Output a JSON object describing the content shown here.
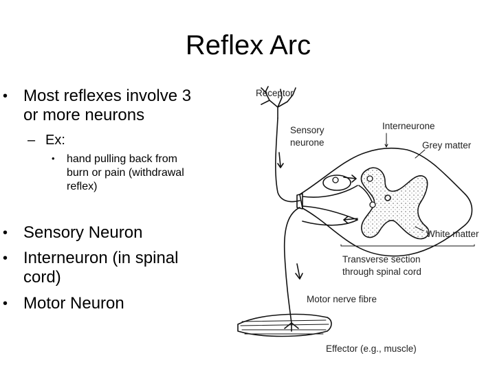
{
  "title": "Reflex Arc",
  "bullets": {
    "b1": "Most reflexes involve 3 or more neurons",
    "b1_line1": "Most reflexes involve 3",
    "b1_line2": "or more neurons",
    "sub": "Ex:",
    "ex_line1": "hand pulling back from",
    "ex_line2": "burn or pain (withdrawal",
    "ex_line3": "reflex)",
    "sensory": "Sensory Neuron",
    "inter_line1": "Interneuron (in spinal",
    "inter_line2": "cord)",
    "motor": "Motor Neuron"
  },
  "figure": {
    "receptor": "Receptor",
    "sensory_1": "Sensory",
    "sensory_2": "neurone",
    "interneurone": "Interneurone",
    "grey_matter": "Grey matter",
    "white_matter": "White matter",
    "transverse_1": "Transverse section",
    "transverse_2": "through spinal cord",
    "motor_fibre": "Motor nerve fibre",
    "effector": "Effector (e.g., muscle)"
  }
}
